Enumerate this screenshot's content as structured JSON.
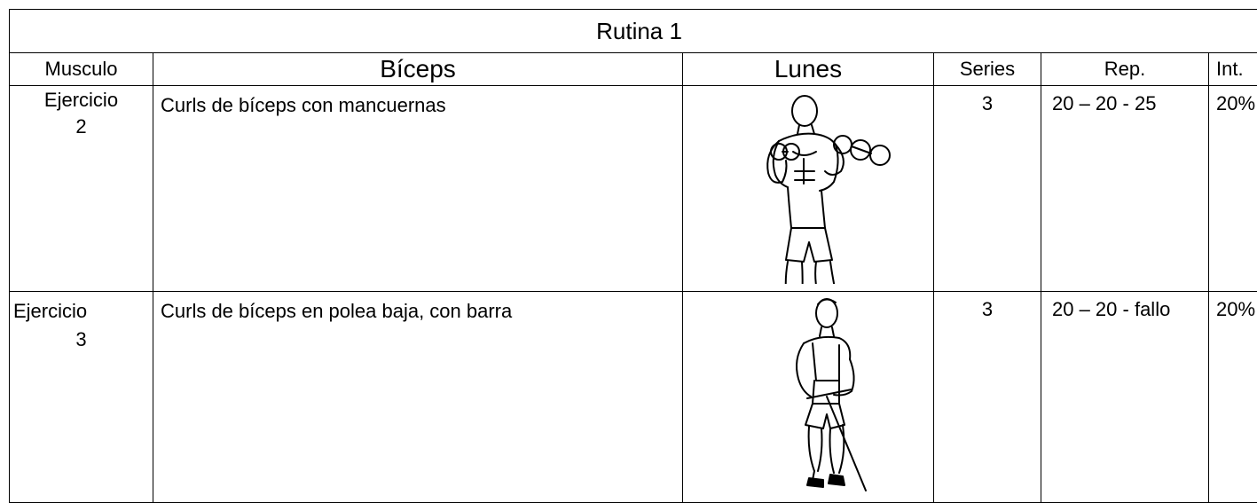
{
  "title": "Rutina 1",
  "header": {
    "muscle_label": "Musculo",
    "muscle": "Bíceps",
    "day": "Lunes",
    "series": "Series",
    "reps": "Rep.",
    "intensity": "Int."
  },
  "exercises": [
    {
      "label_line1": "Ejercicio",
      "label_line2": "2",
      "name": "Curls de bíceps  con mancuernas",
      "illustration": "man-curling-dumbbells-illustration",
      "series": "3",
      "reps": "20 – 20 - 25",
      "intensity": "20%"
    },
    {
      "label_line1": "Ejercicio",
      "label_line2": "3",
      "name": "Curls de bíceps en polea baja, con barra",
      "illustration": "man-cable-curl-illustration",
      "series": "3",
      "reps": "20 – 20 - fallo",
      "intensity": "20%"
    }
  ]
}
